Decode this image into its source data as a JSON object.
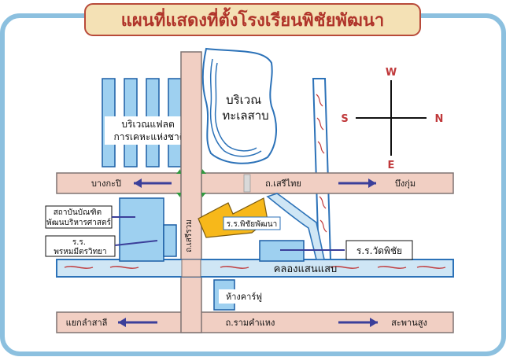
{
  "title": "แผนที่แสดงที่ตั้งโรงเรียนพิชัยพัฒนา",
  "colors": {
    "frame": "#8cc0df",
    "title_bg": "#f4e1b5",
    "title_border": "#b84a3a",
    "title_text": "#b0342a",
    "road": "#f1cfc3",
    "road_edge": "#7f7372",
    "water": "#cfe6f5",
    "water_edge": "#2c72b8",
    "building": "#9ed0f0",
    "building_edge": "#1b5fa6",
    "school": "#f7b81a",
    "arrow": "#3b3f9a",
    "canal_wave": "#c0393b",
    "grass": "#2f9a3e"
  },
  "labels": {
    "lake": "บริเวณ\nทะเลสาบ",
    "flats": "บริเวณแฟลต\nการเคหะแห่งชาติ",
    "bang_kapi": "บางกะปิ",
    "seri_thai_road": "ถ.เสรีไทย",
    "bueng_kum": "บึงกุ่ม",
    "nida": "สถาบันบัณฑิต\nพัฒนบริหารศาสตร์",
    "phrommin": "ร.ร.\nพรหมมีตรวิทยา",
    "seri_ruam_road": "ถ.เสรีรวม",
    "school": "ร.ร.พิชัยพัฒนา",
    "wat_phichai": "ร.ร.วัดพิชัย",
    "canal": "คลองแสนแสบ",
    "carrefour": "ห้างคาร์ฟู",
    "yaek_lam_sali": "แยกลำสาลี",
    "ramkhamhaeng_road": "ถ.รามคำแหง",
    "saphan_sung": "สะพานสูง"
  },
  "compass": {
    "north": "N",
    "south": "S",
    "east": "E",
    "west": "W"
  }
}
